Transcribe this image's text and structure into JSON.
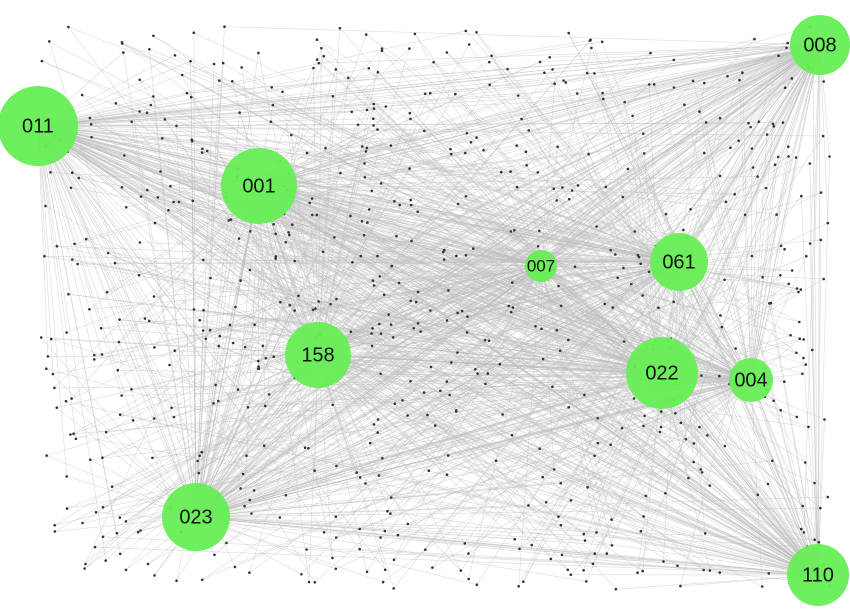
{
  "hubs": [
    {
      "id": "011",
      "label": "011"
    },
    {
      "id": "008",
      "label": "008"
    },
    {
      "id": "001",
      "label": "001"
    },
    {
      "id": "007",
      "label": "007"
    },
    {
      "id": "061",
      "label": "061"
    },
    {
      "id": "158",
      "label": "158"
    },
    {
      "id": "022",
      "label": "022"
    },
    {
      "id": "004",
      "label": "004"
    },
    {
      "id": "023",
      "label": "023"
    },
    {
      "id": "110",
      "label": "110"
    }
  ],
  "colors": {
    "hub_fill": "#66ee55",
    "edge": "#bdbdbd",
    "leaf_node": "#333333",
    "background": "#ffffff"
  }
}
